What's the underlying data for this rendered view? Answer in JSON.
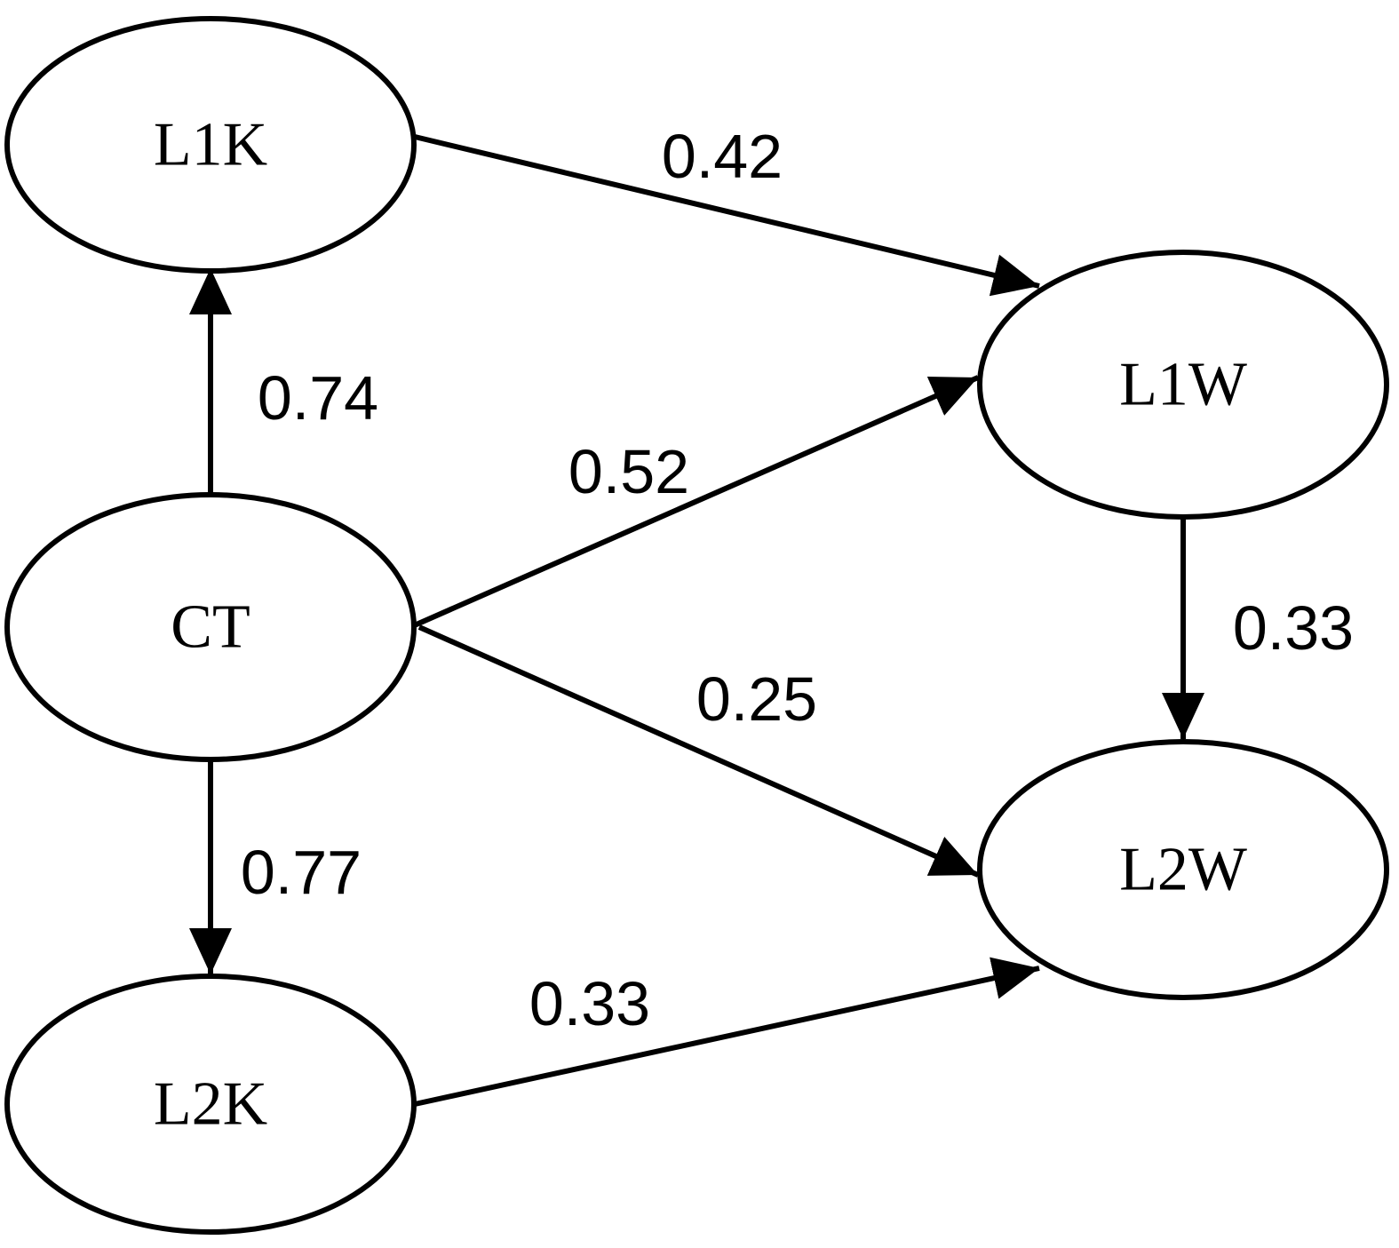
{
  "nodes": {
    "L1K": {
      "label": "L1K"
    },
    "CT": {
      "label": "CT"
    },
    "L2K": {
      "label": "L2K"
    },
    "L1W": {
      "label": "L1W"
    },
    "L2W": {
      "label": "L2W"
    }
  },
  "edges": {
    "ct_l1k": {
      "from": "CT",
      "to": "L1K",
      "label": "0.74"
    },
    "ct_l2k": {
      "from": "CT",
      "to": "L2K",
      "label": "0.77"
    },
    "l1k_l1w": {
      "from": "L1K",
      "to": "L1W",
      "label": "0.42"
    },
    "ct_l1w": {
      "from": "CT",
      "to": "L1W",
      "label": "0.52"
    },
    "ct_l2w": {
      "from": "CT",
      "to": "L2W",
      "label": "0.25"
    },
    "l1w_l2w": {
      "from": "L1W",
      "to": "L2W",
      "label": "0.33"
    },
    "l2k_l2w": {
      "from": "L2K",
      "to": "L2W",
      "label": "0.33"
    }
  }
}
